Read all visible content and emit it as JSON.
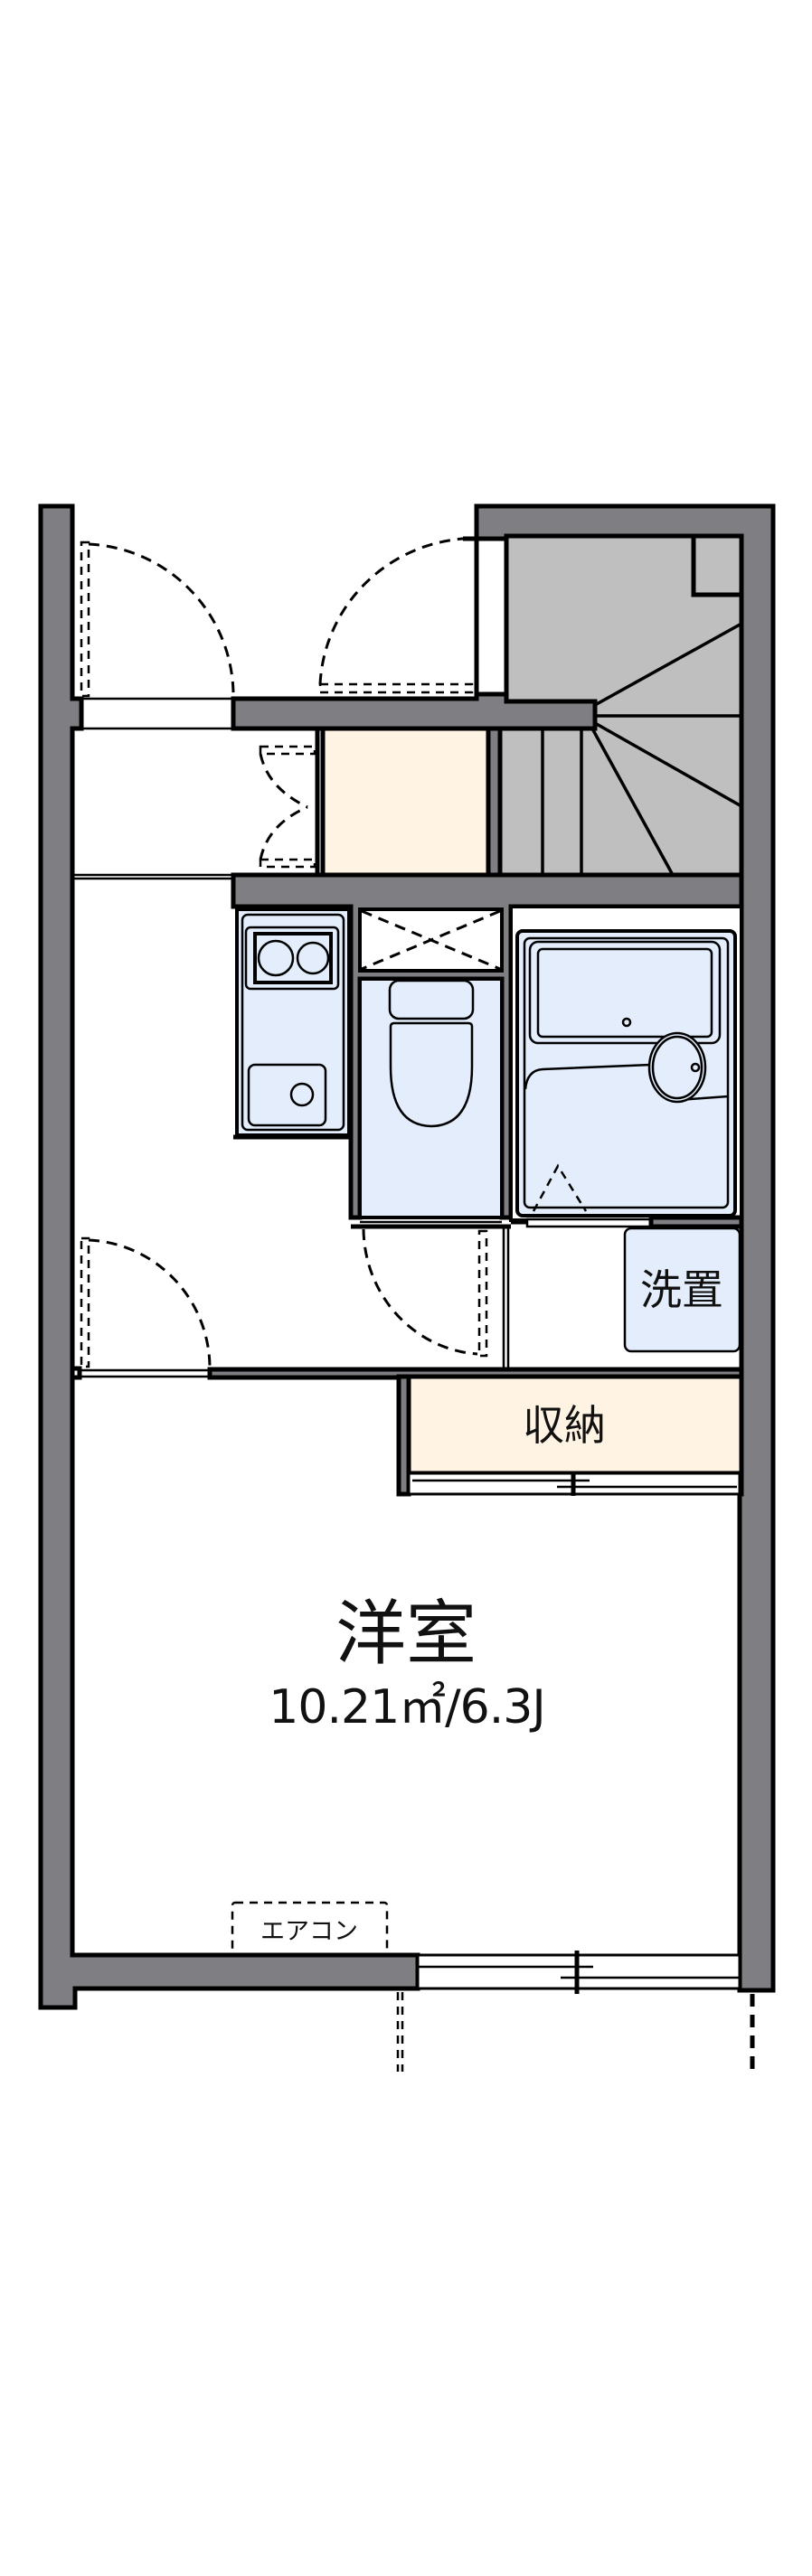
{
  "floorplan": {
    "rooms": {
      "western_room": {
        "label": "洋室",
        "area": "10.21㎡/6.3J"
      },
      "closet": {
        "label": "収納"
      },
      "washer_space": {
        "label": "洗置"
      }
    },
    "fixtures": {
      "air_conditioner": {
        "label": "エアコン"
      }
    },
    "colors": {
      "wall": "#7f7f83",
      "stair": "#bfbfbf",
      "wet_area": "#e3edfc",
      "storage": "#fff4e3",
      "line": "#000000",
      "background": "#ffffff"
    }
  }
}
